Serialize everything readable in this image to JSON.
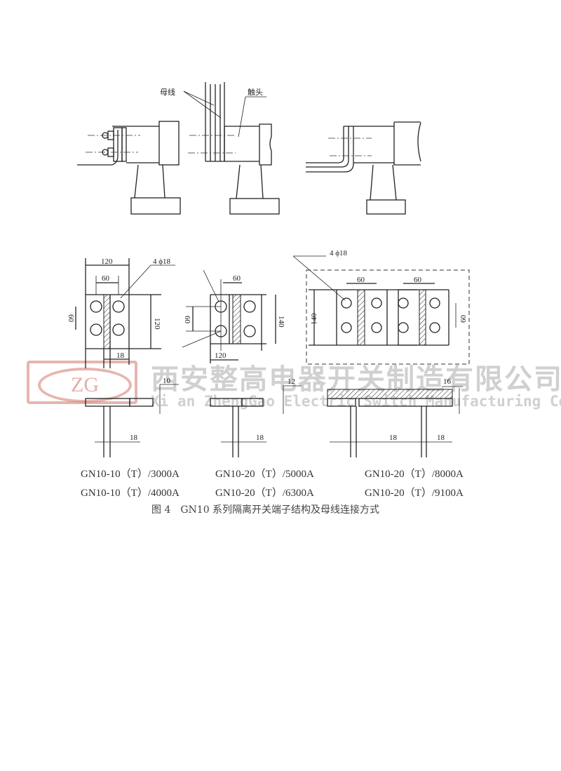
{
  "top_labels": {
    "busbar": "母线",
    "contact": "触头"
  },
  "dimensions": {
    "a_width": "120",
    "a_pitch": "60",
    "a_hole": "4 ϕ18",
    "a_height": "120",
    "a_vpitch": "60",
    "a_strip": "18",
    "a_thick": "10",
    "a_stem": "18",
    "b_pitch": "60",
    "b_vpitch": "60",
    "b_height": "140",
    "b_width": "120",
    "b_thick": "12",
    "b_stem": "18",
    "c_hole": "4 ϕ18",
    "c_pitch1": "60",
    "c_pitch2": "60",
    "c_height": "140",
    "c_vpitch": "60",
    "c_thick": "16",
    "c_stem1": "18",
    "c_stem2": "18"
  },
  "models": [
    [
      "GN10-10（T）/3000A",
      "GN10-10（T）/4000A"
    ],
    [
      "GN10-20（T）/5000A",
      "GN10-20（T）/6300A"
    ],
    [
      "GN10-20（T）/8000A",
      "GN10-20（T）/9100A"
    ]
  ],
  "figure_caption": "图 4　GN10 系列隔离开关端子结构及母线连接方式",
  "watermark": {
    "logo": "ZG",
    "company_cn": "西安整高电器开关制造有限公司",
    "company_en": "Xi an ZhengGao Electric Switch Manufacturing Co.,LTD"
  }
}
